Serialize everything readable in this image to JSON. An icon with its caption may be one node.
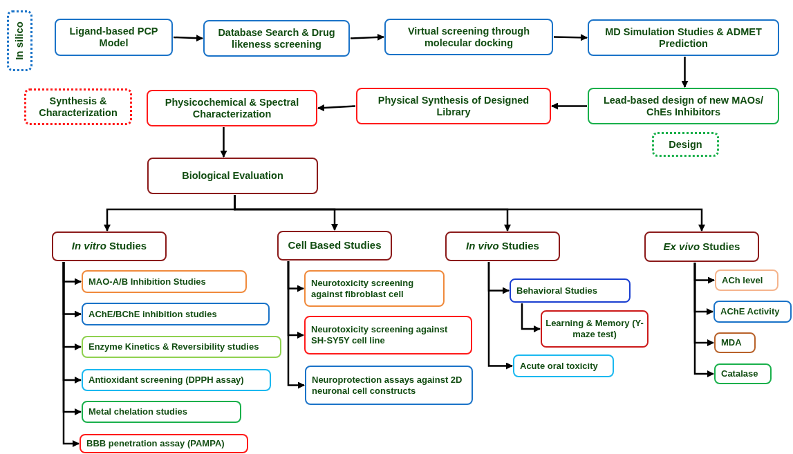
{
  "diagram": {
    "nodes": [
      {
        "text": [
          "In silico"
        ]
      },
      {
        "text": [
          "Ligand-based PCP Model"
        ]
      },
      {
        "text": [
          "Database Search & Drug likeness screening"
        ]
      },
      {
        "text": [
          "Virtual screening through molecular docking"
        ]
      },
      {
        "text": [
          "MD Simulation Studies & ADMET Prediction"
        ]
      },
      {
        "text": [
          "Synthesis & Characterization"
        ]
      },
      {
        "text": [
          "Physicochemical & Spectral Characterization"
        ]
      },
      {
        "text": [
          "Physical Synthesis of Designed Library"
        ]
      },
      {
        "text": [
          "Lead-based design of new MAOs/ ChEs Inhibitors"
        ]
      },
      {
        "text": [
          "Design"
        ]
      },
      {
        "text": [
          "Biological Evaluation"
        ]
      },
      {
        "text": [
          "*In vitro* Studies"
        ]
      },
      {
        "text": [
          "Cell Based Studies"
        ]
      },
      {
        "text": [
          "*In vivo* Studies"
        ]
      },
      {
        "text": [
          "*Ex vivo* Studies"
        ]
      },
      {
        "text": [
          "MAO-A/B Inhibition Studies"
        ]
      },
      {
        "text": [
          "AChE/BChE inhibition studies"
        ]
      },
      {
        "text": [
          "Enzyme Kinetics & Reversibility studies"
        ]
      },
      {
        "text": [
          "Antioxidant screening (DPPH assay)"
        ]
      },
      {
        "text": [
          "Metal chelation studies"
        ]
      },
      {
        "text": [
          "BBB penetration assay (PAMPA)"
        ]
      },
      {
        "text": [
          "Neurotoxicity screening against fibroblast cell"
        ]
      },
      {
        "text": [
          "Neurotoxicity screening against SH-SY5Y cell line"
        ]
      },
      {
        "text": [
          "Neuroprotection assays against 2D neuronal cell constructs"
        ]
      },
      {
        "text": [
          "Behavioral Studies"
        ]
      },
      {
        "text": [
          "Learning & Memory (Y-maze test)"
        ]
      },
      {
        "text": [
          "Acute oral toxicity"
        ]
      },
      {
        "text": [
          "ACh level"
        ]
      },
      {
        "text": [
          "AChE Activity"
        ]
      },
      {
        "text": [
          "MDA"
        ]
      },
      {
        "text": [
          "Catalase"
        ]
      }
    ],
    "edges": [
      {
        "from": 1,
        "to": 2,
        "arrow": "to"
      },
      {
        "from": 2,
        "to": 3,
        "arrow": "to"
      },
      {
        "from": 3,
        "to": 4,
        "arrow": "to"
      },
      {
        "from": 4,
        "to": 8,
        "arrow": "to"
      },
      {
        "from": 8,
        "to": 7,
        "arrow": "to"
      },
      {
        "from": 7,
        "to": 6,
        "arrow": "to"
      },
      {
        "from": 6,
        "to": 10,
        "arrow": "to"
      },
      {
        "from": 10,
        "to": 11,
        "arrow": "to"
      },
      {
        "from": 10,
        "to": 12,
        "arrow": "to"
      },
      {
        "from": 10,
        "to": 13,
        "arrow": "to"
      },
      {
        "from": 10,
        "to": 14,
        "arrow": "to"
      },
      {
        "from": 11,
        "to": 15,
        "arrow": "to"
      },
      {
        "from": 11,
        "to": 16,
        "arrow": "to"
      },
      {
        "from": 11,
        "to": 17,
        "arrow": "to"
      },
      {
        "from": 11,
        "to": 18,
        "arrow": "to"
      },
      {
        "from": 11,
        "to": 19,
        "arrow": "to"
      },
      {
        "from": 11,
        "to": 20,
        "arrow": "to"
      },
      {
        "from": 12,
        "to": 21,
        "arrow": "to"
      },
      {
        "from": 12,
        "to": 22,
        "arrow": "to"
      },
      {
        "from": 12,
        "to": 23,
        "arrow": "to"
      },
      {
        "from": 13,
        "to": 24,
        "arrow": "to"
      },
      {
        "from": 24,
        "to": 25,
        "arrow": "to"
      },
      {
        "from": 13,
        "to": 26,
        "arrow": "to"
      },
      {
        "from": 14,
        "to": 27,
        "arrow": "to"
      },
      {
        "from": 14,
        "to": 28,
        "arrow": "to"
      },
      {
        "from": 14,
        "to": 29,
        "arrow": "to"
      },
      {
        "from": 14,
        "to": 30,
        "arrow": "to"
      }
    ]
  }
}
